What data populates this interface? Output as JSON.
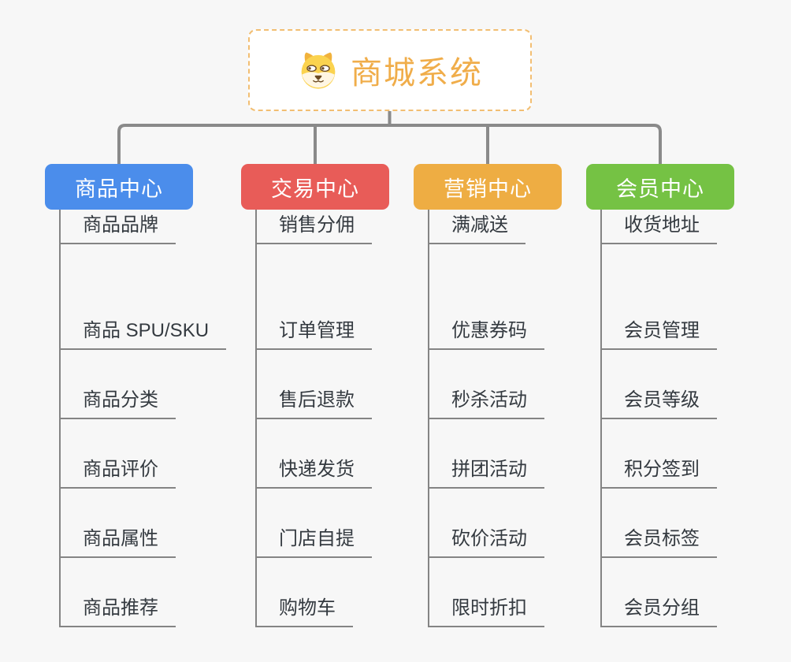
{
  "background_color": "#F7F7F7",
  "connector_color": "#8A8A8A",
  "child_line_color": "#848484",
  "child_text_color": "#343A40",
  "root": {
    "title": "商城系统",
    "icon": "dog-icon",
    "text_color": "#F0AD4A",
    "border_color": "#F2BE72",
    "background": "#FFFFFF"
  },
  "branches": [
    {
      "label": "商品中心",
      "color": "#4B8DEB",
      "children": [
        "商品 SPU/SKU",
        "商品分类",
        "商品评价",
        "商品属性",
        "商品推荐",
        "商品品牌"
      ]
    },
    {
      "label": "交易中心",
      "color": "#E85C58",
      "children": [
        "订单管理",
        "售后退款",
        "快递发货",
        "门店自提",
        "购物车",
        "销售分佣"
      ]
    },
    {
      "label": "营销中心",
      "color": "#EEAD43",
      "children": [
        "优惠券码",
        "秒杀活动",
        "拼团活动",
        "砍价活动",
        "限时折扣",
        "满减送"
      ]
    },
    {
      "label": "会员中心",
      "color": "#75C244",
      "children": [
        "会员管理",
        "会员等级",
        "积分签到",
        "会员标签",
        "会员分组",
        "收货地址"
      ]
    }
  ]
}
